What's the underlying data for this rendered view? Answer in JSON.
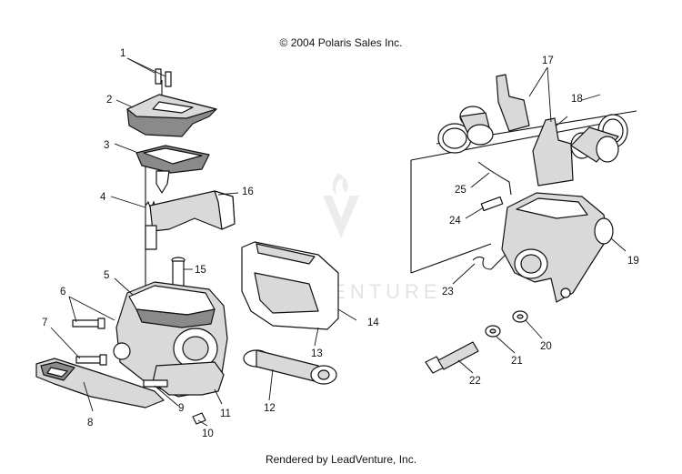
{
  "copyright": "© 2004 Polaris Sales Inc.",
  "footer": "Rendered by LeadVenture, Inc.",
  "watermark": "LEADVENTURE",
  "callouts": [
    "1",
    "2",
    "3",
    "4",
    "5",
    "6",
    "7",
    "8",
    "9",
    "10",
    "11",
    "12",
    "13",
    "14",
    "15",
    "16",
    "17",
    "18",
    "19",
    "20",
    "21",
    "22",
    "23",
    "24",
    "25"
  ]
}
